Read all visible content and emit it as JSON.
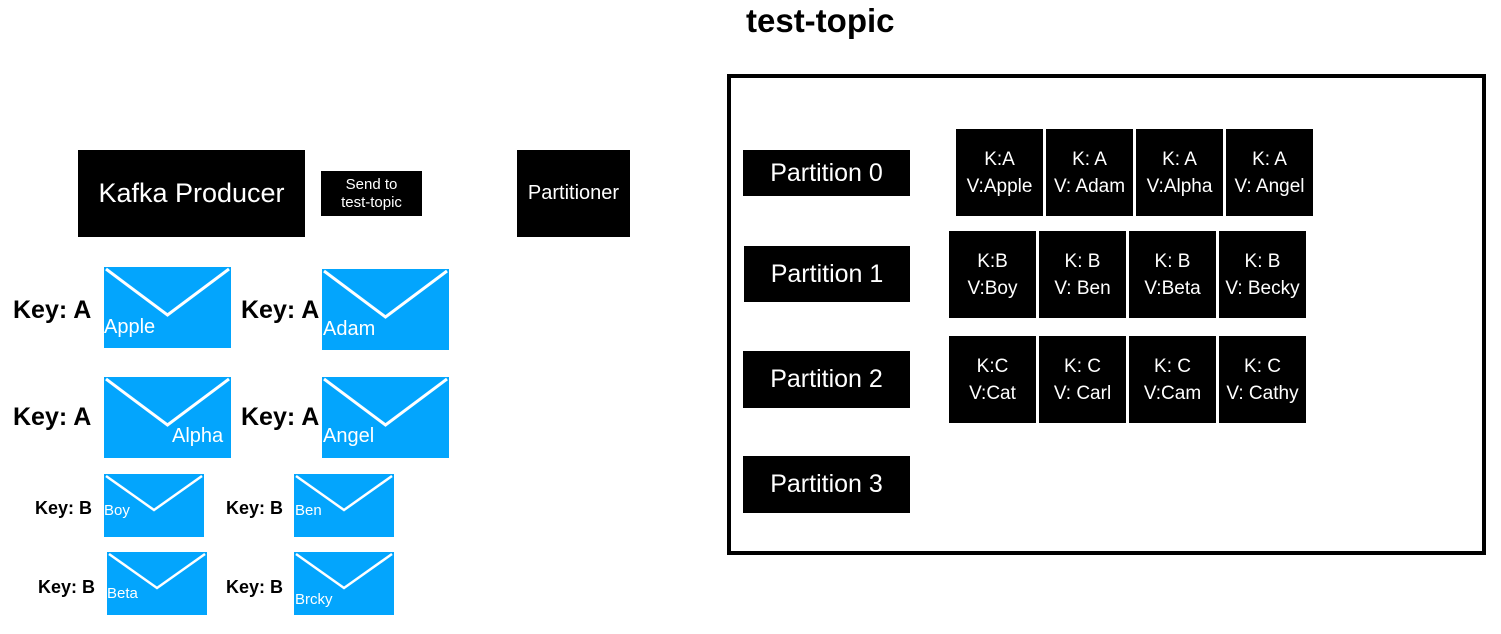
{
  "topic": {
    "title": "test-topic",
    "partitions": [
      {
        "label": "Partition 0",
        "messages": [
          {
            "key": "K:A",
            "value": "V:Apple"
          },
          {
            "key": "K: A",
            "value": "V: Adam"
          },
          {
            "key": "K: A",
            "value": "V:Alpha"
          },
          {
            "key": "K: A",
            "value": "V: Angel"
          }
        ]
      },
      {
        "label": "Partition 1",
        "messages": [
          {
            "key": "K:B",
            "value": "V:Boy"
          },
          {
            "key": "K: B",
            "value": "V: Ben"
          },
          {
            "key": "K: B",
            "value": "V:Beta"
          },
          {
            "key": "K: B",
            "value": "V: Becky"
          }
        ]
      },
      {
        "label": "Partition 2",
        "messages": [
          {
            "key": "K:C",
            "value": "V:Cat"
          },
          {
            "key": "K: C",
            "value": "V: Carl"
          },
          {
            "key": "K: C",
            "value": "V:Cam"
          },
          {
            "key": "K: C",
            "value": "V: Cathy"
          }
        ]
      },
      {
        "label": "Partition 3",
        "messages": []
      }
    ]
  },
  "producer": {
    "label": "Kafka Producer",
    "send_to": {
      "line1": "Send to",
      "line2": "test-topic"
    }
  },
  "partitioner": {
    "label": "Partitioner"
  },
  "envelopes": [
    {
      "key": "Key: A",
      "value": "Apple"
    },
    {
      "key": "Key: A",
      "value": "Adam"
    },
    {
      "key": "Key: A",
      "value": "Alpha"
    },
    {
      "key": "Key: A",
      "value": "Angel"
    },
    {
      "key": "Key: B",
      "value": "Boy"
    },
    {
      "key": "Key: B",
      "value": "Ben"
    },
    {
      "key": "Key: B",
      "value": "Beta"
    },
    {
      "key": "Key: B",
      "value": "Brcky"
    }
  ],
  "colors": {
    "envelope": "#03a5fd",
    "box": "#000000",
    "text_on_box": "#ffffff"
  },
  "icons": {
    "envelope": "envelope-icon"
  }
}
